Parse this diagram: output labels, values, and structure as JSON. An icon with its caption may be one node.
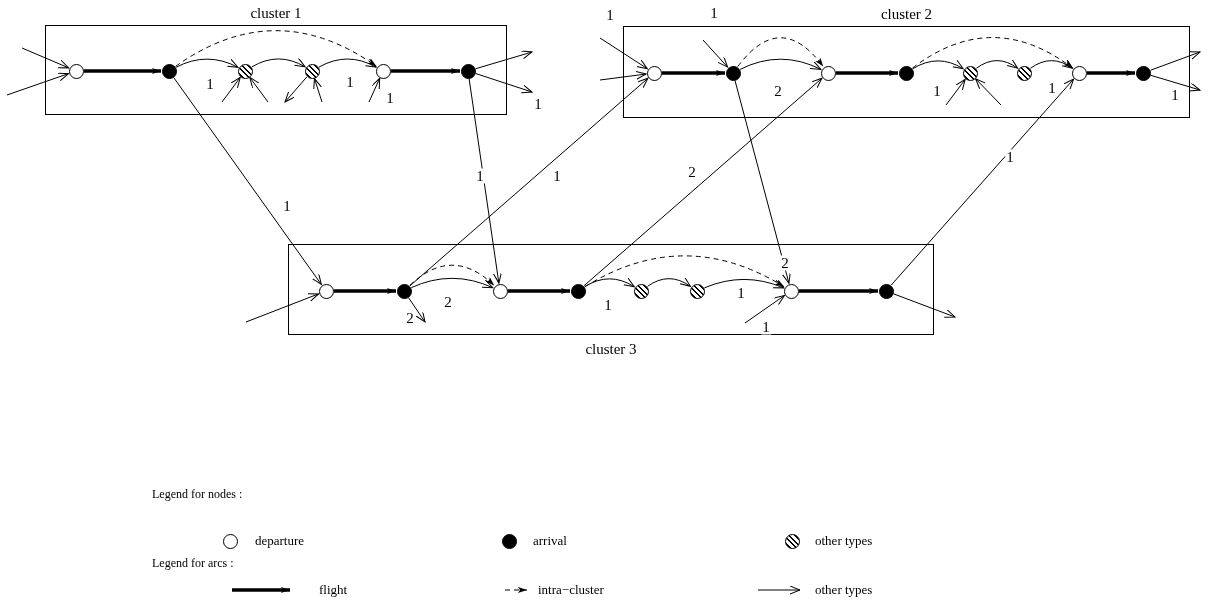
{
  "diagram": {
    "nodes": [
      {
        "text": [
          "cluster 1"
        ]
      },
      {
        "text": [],
        "shape": "circle",
        "in": 0
      },
      {
        "text": [],
        "shape": "dot",
        "in": 0
      },
      {
        "text": [],
        "shape": "hatched",
        "in": 0
      },
      {
        "text": [],
        "shape": "hatched",
        "in": 0
      },
      {
        "text": [],
        "shape": "circle",
        "in": 0
      },
      {
        "text": [],
        "shape": "dot",
        "in": 0
      },
      {
        "text": [
          "cluster 2"
        ]
      },
      {
        "text": [],
        "shape": "circle",
        "in": 7
      },
      {
        "text": [],
        "shape": "dot",
        "in": 7
      },
      {
        "text": [],
        "shape": "circle",
        "in": 7
      },
      {
        "text": [],
        "shape": "dot",
        "in": 7
      },
      {
        "text": [],
        "shape": "hatched",
        "in": 7
      },
      {
        "text": [],
        "shape": "hatched",
        "in": 7
      },
      {
        "text": [],
        "shape": "circle",
        "in": 7
      },
      {
        "text": [],
        "shape": "dot",
        "in": 7
      },
      {
        "text": [
          "cluster 3"
        ]
      },
      {
        "text": [],
        "shape": "circle",
        "in": 16
      },
      {
        "text": [],
        "shape": "dot",
        "in": 16
      },
      {
        "text": [],
        "shape": "circle",
        "in": 16
      },
      {
        "text": [],
        "shape": "dot",
        "in": 16
      },
      {
        "text": [],
        "shape": "hatched",
        "in": 16
      },
      {
        "text": [],
        "shape": "hatched",
        "in": 16
      },
      {
        "text": [],
        "shape": "circle",
        "in": 16
      },
      {
        "text": [],
        "shape": "dot",
        "in": 16
      }
    ],
    "edges": [
      {
        "from": null,
        "to": 1,
        "arrow": "to"
      },
      {
        "from": null,
        "to": 1,
        "arrow": "to"
      },
      {
        "from": 1,
        "to": 2,
        "arrow": "to",
        "style": "thick"
      },
      {
        "from": 2,
        "to": 3,
        "arrow": "to",
        "label": "1"
      },
      {
        "from": 3,
        "to": 4,
        "arrow": "to"
      },
      {
        "from": 4,
        "to": 5,
        "arrow": "to",
        "label": "1"
      },
      {
        "from": 2,
        "to": 5,
        "arrow": "to",
        "style": "dashed"
      },
      {
        "from": null,
        "to": 3,
        "arrow": "to"
      },
      {
        "from": null,
        "to": 3,
        "arrow": "to"
      },
      {
        "from": 4,
        "to": null,
        "arrow": "to"
      },
      {
        "from": null,
        "to": 4,
        "arrow": "to"
      },
      {
        "from": null,
        "to": 5,
        "arrow": "to",
        "label": "1"
      },
      {
        "from": 5,
        "to": 6,
        "arrow": "to",
        "style": "thick"
      },
      {
        "from": 6,
        "to": null,
        "arrow": "to"
      },
      {
        "from": 6,
        "to": null,
        "arrow": "to",
        "label": "1"
      },
      {
        "from": 2,
        "to": 17,
        "arrow": "to",
        "label": "1"
      },
      {
        "from": 6,
        "to": 19,
        "arrow": "to",
        "label": "1"
      },
      {
        "from": null,
        "to": 8,
        "arrow": "to",
        "label": "1"
      },
      {
        "from": null,
        "to": 8,
        "arrow": "to"
      },
      {
        "from": 18,
        "to": 8,
        "arrow": "to",
        "label": "1"
      },
      {
        "from": null,
        "to": 9,
        "arrow": "to",
        "label": "1"
      },
      {
        "from": 8,
        "to": 9,
        "arrow": "to",
        "style": "thick"
      },
      {
        "from": 9,
        "to": 10,
        "arrow": "to",
        "label": "2"
      },
      {
        "from": 9,
        "to": 10,
        "arrow": "to",
        "style": "dashed"
      },
      {
        "from": 9,
        "to": 23,
        "arrow": "to",
        "label": "2"
      },
      {
        "from": 20,
        "to": 10,
        "arrow": "to",
        "label": "2"
      },
      {
        "from": 10,
        "to": 11,
        "arrow": "to",
        "style": "thick"
      },
      {
        "from": 11,
        "to": 12,
        "arrow": "to",
        "label": "1"
      },
      {
        "from": 12,
        "to": 13,
        "arrow": "to"
      },
      {
        "from": 13,
        "to": 14,
        "arrow": "to",
        "label": "1"
      },
      {
        "from": 11,
        "to": 14,
        "arrow": "to",
        "style": "dashed"
      },
      {
        "from": null,
        "to": 12,
        "arrow": "to"
      },
      {
        "from": null,
        "to": 12,
        "arrow": "to"
      },
      {
        "from": 24,
        "to": 14,
        "arrow": "to",
        "label": "1"
      },
      {
        "from": 14,
        "to": 15,
        "arrow": "to",
        "style": "thick"
      },
      {
        "from": 15,
        "to": null,
        "arrow": "to"
      },
      {
        "from": 15,
        "to": null,
        "arrow": "to",
        "label": "1"
      },
      {
        "from": null,
        "to": 17,
        "arrow": "to"
      },
      {
        "from": 17,
        "to": 18,
        "arrow": "to",
        "style": "thick"
      },
      {
        "from": 18,
        "to": 19,
        "arrow": "to",
        "label": "2"
      },
      {
        "from": 18,
        "to": 19,
        "arrow": "to",
        "style": "dashed"
      },
      {
        "from": 18,
        "to": null,
        "arrow": "to",
        "label": "2"
      },
      {
        "from": 19,
        "to": 20,
        "arrow": "to",
        "style": "thick"
      },
      {
        "from": 20,
        "to": 21,
        "arrow": "to",
        "label": "1"
      },
      {
        "from": 21,
        "to": 22,
        "arrow": "to"
      },
      {
        "from": 22,
        "to": 23,
        "arrow": "to",
        "label": "1"
      },
      {
        "from": 20,
        "to": 23,
        "arrow": "to",
        "style": "dashed"
      },
      {
        "from": null,
        "to": 23,
        "arrow": "to",
        "label": "1"
      },
      {
        "from": 23,
        "to": 24,
        "arrow": "to",
        "style": "thick"
      },
      {
        "from": 24,
        "to": null,
        "arrow": "to"
      }
    ],
    "labels": [
      "Legend for nodes :",
      "Legend for arcs :"
    ],
    "legend": [
      {
        "text": "departure"
      },
      {
        "text": "arrival"
      },
      {
        "text": "other types"
      },
      {
        "text": "flight"
      },
      {
        "text": "intra−cluster"
      },
      {
        "text": "other types"
      }
    ]
  }
}
